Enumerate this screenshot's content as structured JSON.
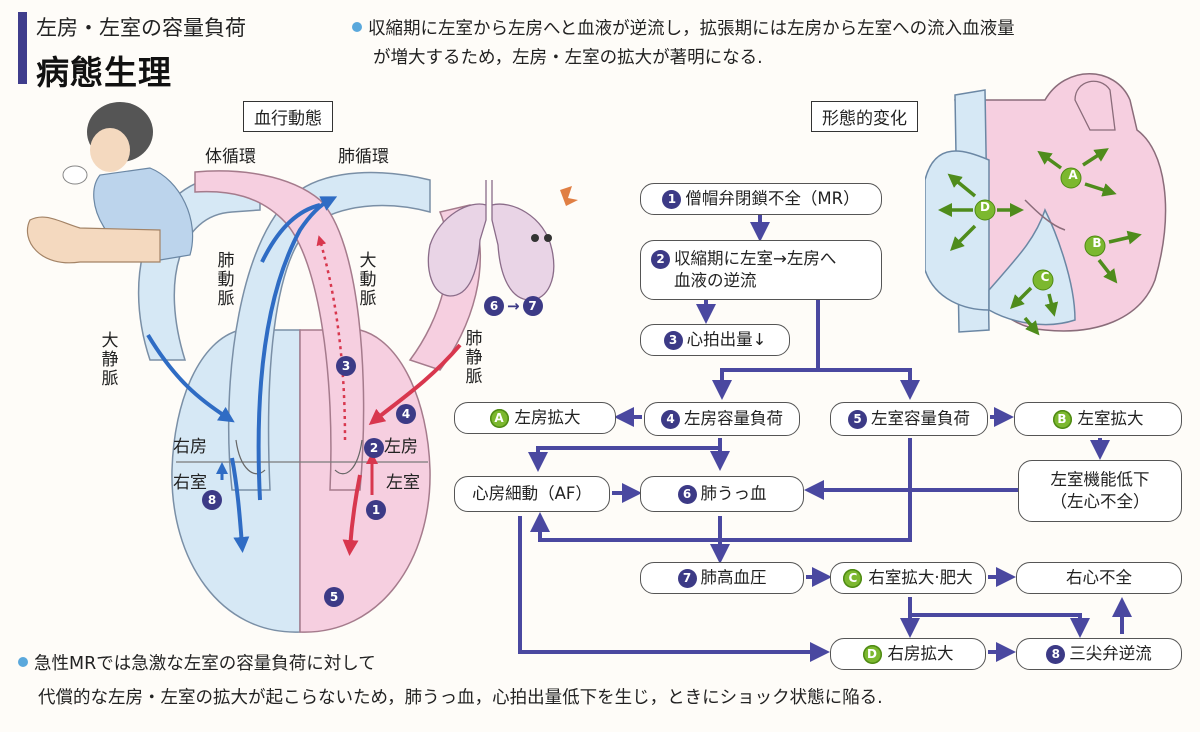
{
  "header": {
    "subtitle": "左房・左室の容量負荷",
    "title": "病態生理"
  },
  "top_text": {
    "line1": "収縮期に左室から左房へと血液が逆流し，拡張期には左房から左室への流入血液量",
    "line2": "が増大するため，左房・左室の拡大が著明になる."
  },
  "bottom_text": {
    "line1": "急性MRでは急激な左室の容量負荷に対して",
    "line2": "代償的な左房・左室の拡大が起こらないため，肺うっ血，心拍出量低下を生じ，ときにショック状態に陥る."
  },
  "left_diagram": {
    "section_title": "血行動態",
    "systemic": "体循環",
    "pulmonary": "肺循環",
    "pulmonary_artery": "肺動脈",
    "aorta": "大動脈",
    "vena_cava": "大静脈",
    "pulmonary_vein": "肺静脈",
    "right_atrium": "右房",
    "right_ventricle": "右室",
    "left_atrium": "左房",
    "left_ventricle": "左室",
    "lung_seq_a": "6",
    "lung_seq_arrow": "→",
    "lung_seq_b": "7",
    "markers": [
      "3",
      "4",
      "2",
      "8",
      "1",
      "5"
    ]
  },
  "right_diagram": {
    "section_title": "形態的変化",
    "letters": [
      "A",
      "B",
      "C",
      "D"
    ]
  },
  "flow": {
    "n1": {
      "num": "1",
      "text": "僧帽弁閉鎖不全（MR）"
    },
    "n2": {
      "num": "2",
      "text1": "収縮期に左室→左房へ",
      "text2": "血液の逆流"
    },
    "n3": {
      "num": "3",
      "text": "心拍出量↓"
    },
    "n4": {
      "num": "4",
      "text": "左房容量負荷"
    },
    "n5": {
      "num": "5",
      "text": "左室容量負荷"
    },
    "nA": {
      "letter": "A",
      "text": "左房拡大"
    },
    "nB": {
      "letter": "B",
      "text": "左室拡大"
    },
    "af": {
      "text": "心房細動（AF）"
    },
    "n6": {
      "num": "6",
      "text": "肺うっ血"
    },
    "lvd": {
      "text1": "左室機能低下",
      "text2": "（左心不全）"
    },
    "n7": {
      "num": "7",
      "text": "肺高血圧"
    },
    "nC": {
      "letter": "C",
      "text": "右室拡大·肥大"
    },
    "rhf": {
      "text": "右心不全"
    },
    "nD": {
      "letter": "D",
      "text": "右房拡大"
    },
    "n8": {
      "num": "8",
      "text": "三尖弁逆流"
    }
  },
  "colors": {
    "navy": "#3c3a86",
    "flow_arrow": "#4a48a0",
    "green": "#7cb82f",
    "blue_blood": "#2f6cc4",
    "red_blood": "#d8374e",
    "pink_bg": "#f6cfe0",
    "blue_bg": "#d6e8f5"
  }
}
